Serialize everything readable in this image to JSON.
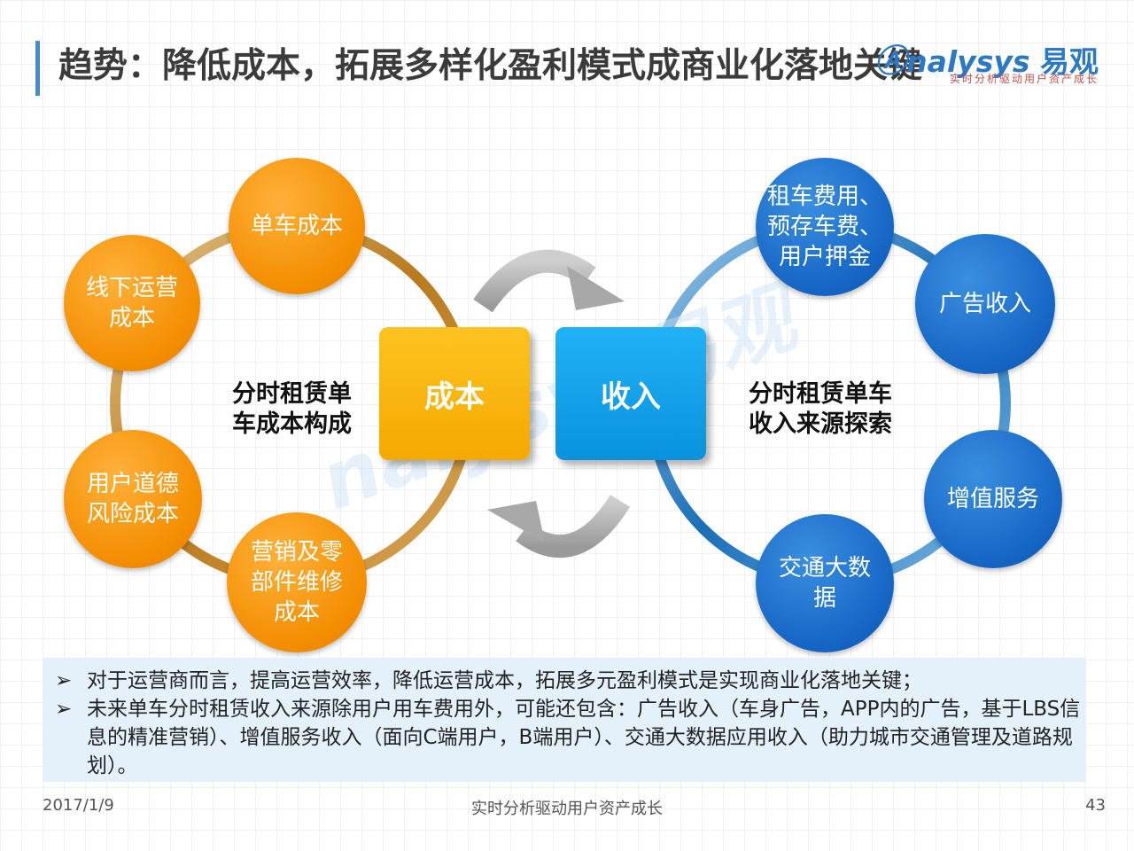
{
  "title": "趋势：降低成本，拓展多样化盈利模式成商业化落地关键",
  "logo": {
    "word": "nalysys",
    "cn": "易观",
    "tagline": "实时分析驱动用户资产成长"
  },
  "center": {
    "cost_label": "成本",
    "revenue_label": "收入",
    "left_caption_1": "分时租赁单",
    "left_caption_2": "车成本构成",
    "right_caption_1": "分时租赁单车",
    "right_caption_2": "收入来源探索"
  },
  "cost_nodes": [
    {
      "line1": "单车成本"
    },
    {
      "line1": "线下运营",
      "line2": "成本"
    },
    {
      "line1": "用户道德",
      "line2": "风险成本"
    },
    {
      "line1": "营销及零",
      "line2": "部件维修",
      "line3": "成本"
    }
  ],
  "revenue_nodes": [
    {
      "line1": "租车费用、",
      "line2": "预存车费、",
      "line3": "用户押金"
    },
    {
      "line1": "广告收入"
    },
    {
      "line1": "增值服务"
    },
    {
      "line1": "交通大数",
      "line2": "据"
    }
  ],
  "notes": {
    "bullet": "➢",
    "item1": "对于运营商而言，提高运营效率，降低运营成本，拓展多元盈利模式是实现商业化落地关键；",
    "item2": "未来单车分时租赁收入来源除用户用车费用外，可能还包含：广告收入（车身广告，APP内的广告，基于LBS信息的精准营销）、增值服务收入（面向C端用户，B端用户）、交通大数据应用收入（助力城市交通管理及道路规划）。"
  },
  "footer": {
    "date": "2017/1/9",
    "slogan": "实时分析驱动用户资产成长",
    "page": "43"
  },
  "colors": {
    "orange": "#f39200",
    "blue": "#1565c4",
    "cost_box": "#f4b000",
    "revenue_box": "#15a6ee"
  }
}
